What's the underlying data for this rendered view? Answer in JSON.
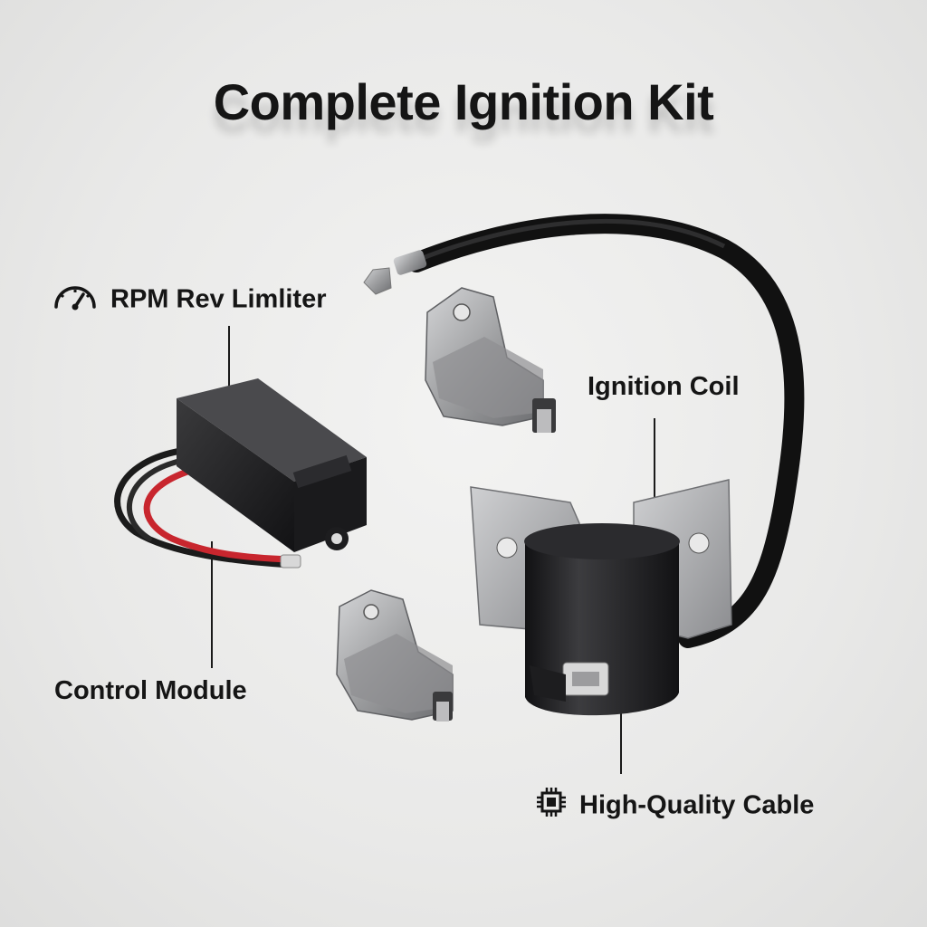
{
  "title": "Complete Ignition Kit",
  "labels": {
    "rpm_limiter": "RPM Rev Limliter",
    "ignition_coil": "Ignition Coil",
    "control_module": "Control Module",
    "cable": "High-Quality Cable"
  },
  "icons": {
    "rpm_limiter": "speedometer-icon",
    "cable": "chip-icon"
  },
  "colors": {
    "background": "#ebebea",
    "text": "#151515",
    "part_body": "#1c1c1e",
    "metal": "#a9aaac",
    "wire_red": "#c8262e"
  }
}
